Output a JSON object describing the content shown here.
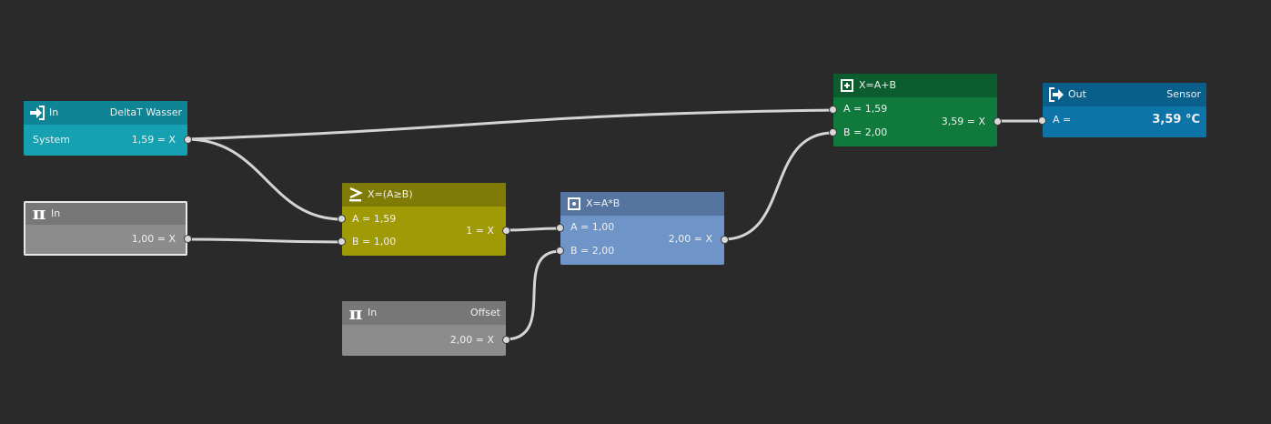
{
  "nodes": {
    "delta_in": {
      "kind": "In",
      "name": "DeltaT Wasser",
      "row_label": "System",
      "output": "1,59 = X"
    },
    "const_in": {
      "kind": "In",
      "output": "1,00 = X"
    },
    "compare": {
      "formula": "X=(A≥B)",
      "a": "A = 1,59",
      "b": "B = 1,00",
      "output": "1 = X"
    },
    "offset_in": {
      "kind": "In",
      "name": "Offset",
      "output": "2,00 = X"
    },
    "multiply": {
      "formula": "X=A*B",
      "a": "A = 1,00",
      "b": "B = 2,00",
      "output": "2,00 = X"
    },
    "add": {
      "formula": "X=A+B",
      "a": "A = 1,59",
      "b": "B = 2,00",
      "output": "3,59 = X"
    },
    "sensor_out": {
      "kind": "Out",
      "name": "Sensor",
      "a": "A =",
      "value": "3,59 °C"
    }
  },
  "icons": {
    "in": "login-arrow-icon",
    "pi": "pi-icon",
    "compare": "greater-equal-icon",
    "multiply": "dot-box-icon",
    "add": "plus-box-icon",
    "out": "logout-arrow-icon"
  },
  "colors": {
    "background": "#2a2a2b",
    "wire": "#d4d4d4",
    "teal": "#15a1b1",
    "grey": "#8c8c8c",
    "olive": "#a09a07",
    "blue": "#6e94c8",
    "green": "#0f7a3c",
    "out": "#0d74a8"
  }
}
